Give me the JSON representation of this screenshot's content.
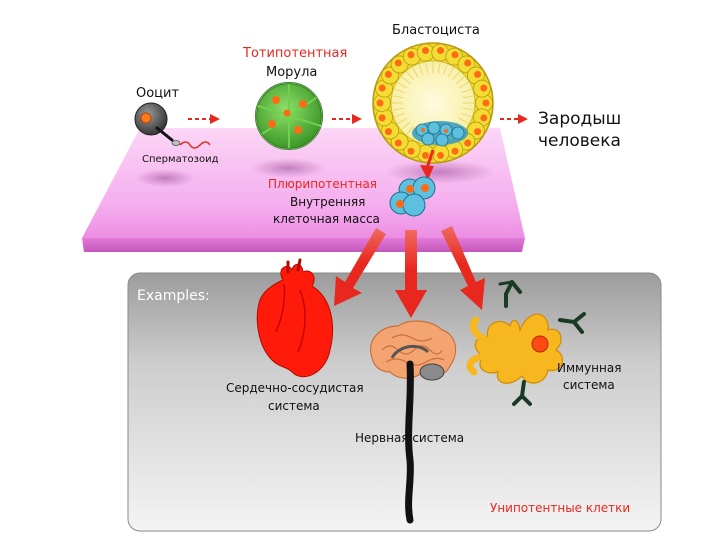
{
  "labels": {
    "oocyte": "Ооцит",
    "sperm": "Сперматозоид",
    "totipotent": "Тотипотентная",
    "morula": "Морула",
    "blastocyst": "Бластоциста",
    "embryo_line1": "Зародыш",
    "embryo_line2": "человека",
    "pluripotent": "Плюрипотентная",
    "icm_line1": "Внутренняя",
    "icm_line2": "клеточная масса",
    "examples": "Examples:",
    "cardio_line1": "Сердечно-сосудистая",
    "cardio_line2": "система",
    "nervous": "Нервная система",
    "immune_line1": "Иммунная",
    "immune_line2": "система",
    "unipotent": "Унипотентные клетки"
  },
  "colors": {
    "accent_red": "#e8281e",
    "platform_pink": "#f7b6f0",
    "panel_gray": "#cfcfcf",
    "morula_green": "#4caf2d",
    "blastocyst_yellow": "#f0dc28",
    "icm_blue": "#46a8c8",
    "heart_red": "#ff1a0a",
    "immune_yellow": "#f6b81e"
  }
}
